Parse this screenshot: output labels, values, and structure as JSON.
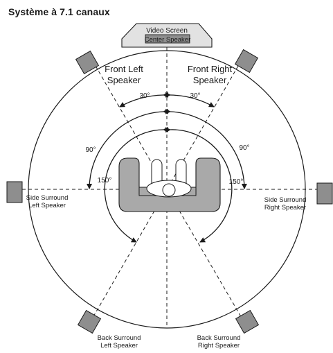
{
  "title": "Système à 7.1 canaux",
  "screen": {
    "label": "Video Screen",
    "center_label": "Center Speaker"
  },
  "speakers": {
    "front_left": [
      "Front Left",
      "Speaker"
    ],
    "front_right": [
      "Front Right",
      "Speaker"
    ],
    "side_left": [
      "Side Surround",
      "Left Speaker"
    ],
    "side_right": [
      "Side Surround",
      "Right Speaker"
    ],
    "back_left": [
      "Back Surround",
      "Left Speaker"
    ],
    "back_right": [
      "Back Surround",
      "Right Speaker"
    ]
  },
  "angles": {
    "front_left": "30°",
    "front_right": "30°",
    "side_left": "90°",
    "side_right": "90°",
    "back_left": "150°",
    "back_right": "150°"
  },
  "colors": {
    "speaker_fill": "#8e8e8e",
    "sofa_fill": "#a9a9a9",
    "screen_fill": "#e2e2e2",
    "line": "#1a1a1a"
  }
}
